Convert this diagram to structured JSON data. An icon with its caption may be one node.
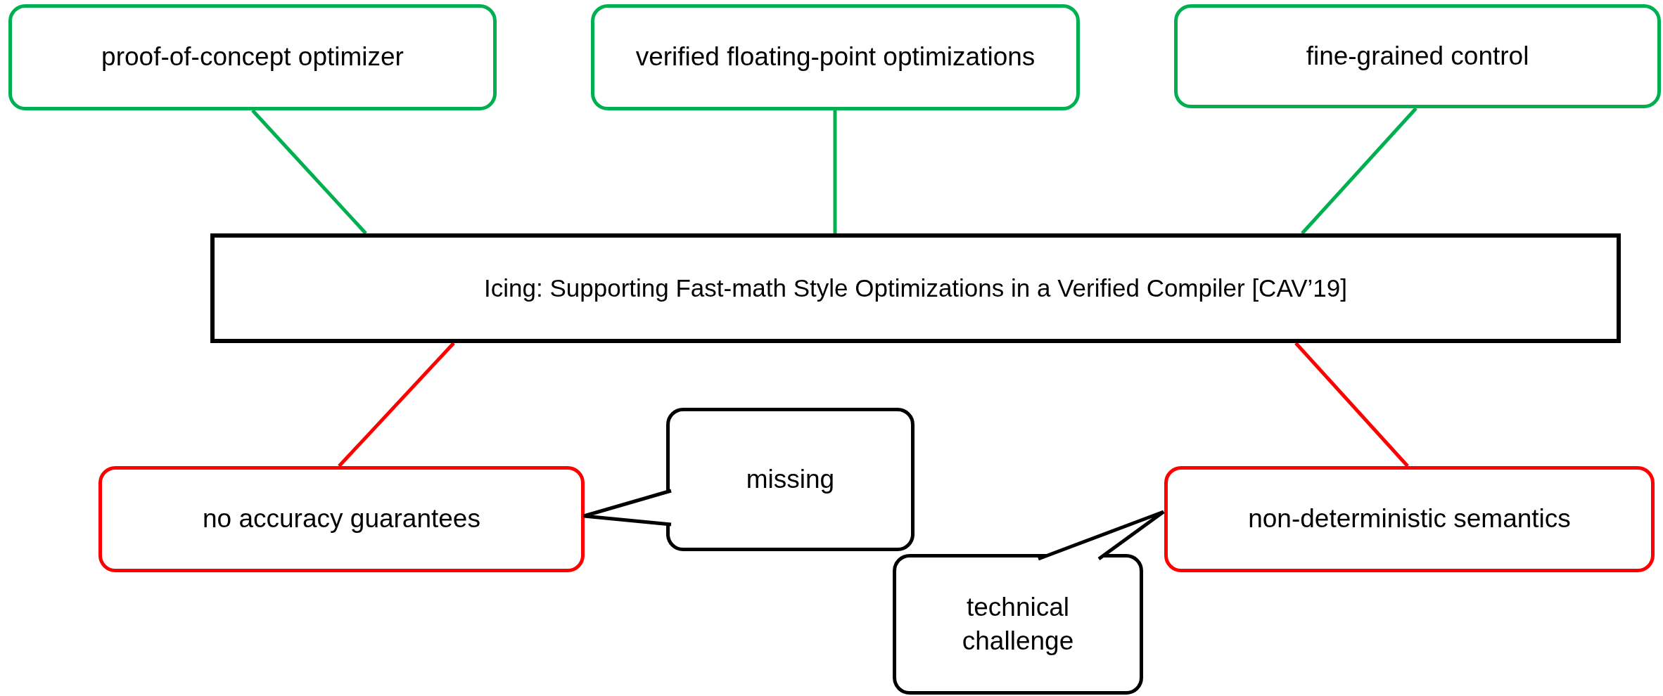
{
  "diagram": {
    "nodes": [
      {
        "text": [
          "proof-of-concept optimizer"
        ]
      },
      {
        "text": [
          "verified floating-point optimizations"
        ]
      },
      {
        "text": [
          "fine-grained control"
        ]
      },
      {
        "text": [
          "Icing: Supporting Fast-math Style Optimizations in a Verified Compiler [CAV’19]"
        ]
      },
      {
        "text": [
          "no accuracy guarantees"
        ]
      },
      {
        "text": [
          "missing"
        ]
      },
      {
        "text": [
          "non-deterministic semantics"
        ]
      },
      {
        "text": [
          "technical challenge"
        ]
      }
    ],
    "edges": [
      {
        "from": 0,
        "to": 3,
        "arrow": "none",
        "color": "#00b050"
      },
      {
        "from": 1,
        "to": 3,
        "arrow": "none",
        "color": "#00b050"
      },
      {
        "from": 2,
        "to": 3,
        "arrow": "none",
        "color": "#00b050"
      },
      {
        "from": 3,
        "to": 4,
        "arrow": "none",
        "color": "#ff0000"
      },
      {
        "from": 3,
        "to": 6,
        "arrow": "none",
        "color": "#ff0000"
      },
      {
        "from": 5,
        "to": 4,
        "arrow": "none",
        "color": "#000000"
      },
      {
        "from": 7,
        "to": 6,
        "arrow": "none",
        "color": "#000000"
      }
    ]
  }
}
